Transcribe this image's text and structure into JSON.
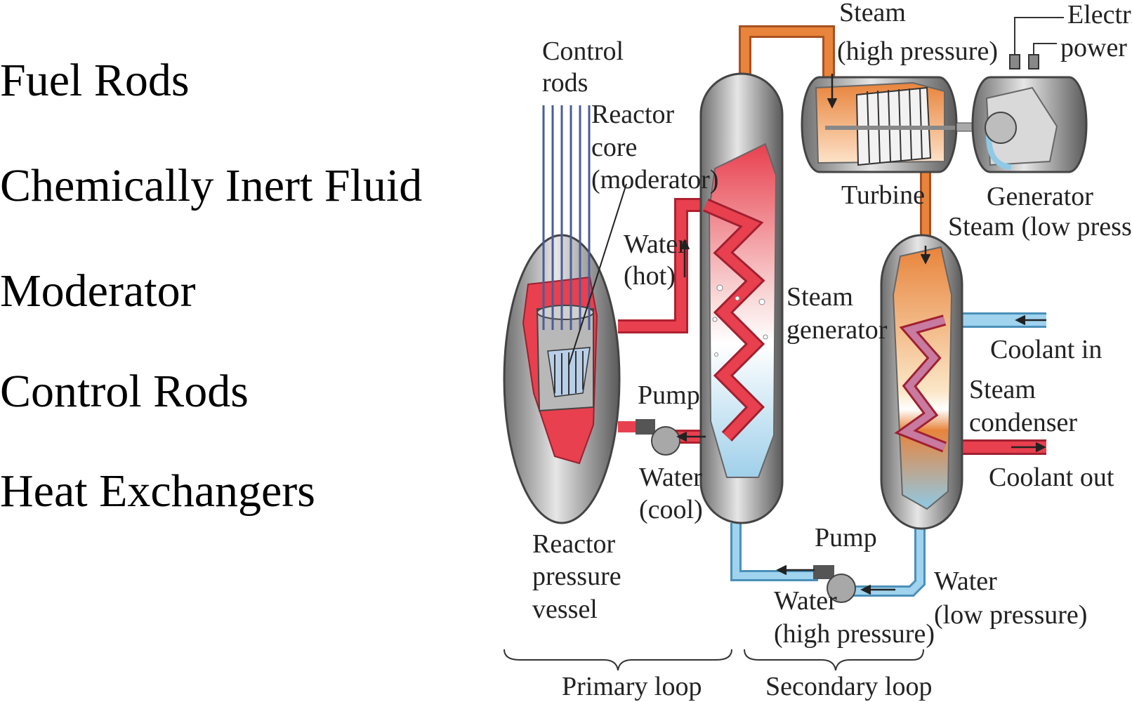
{
  "list": {
    "items": [
      "Fuel Rods",
      "Chemically Inert Fluid",
      "Moderator",
      "Control Rods",
      "Heat Exchangers"
    ]
  },
  "labels": {
    "control_rods": [
      "Control",
      "rods"
    ],
    "reactor_core": [
      "Reactor",
      "core",
      "(moderator)"
    ],
    "water_hot": [
      "Water",
      "(hot)"
    ],
    "pump1": "Pump",
    "water_cool": [
      "Water",
      "(cool)"
    ],
    "reactor_vessel": [
      "Reactor",
      "pressure",
      "vessel"
    ],
    "steam_generator": [
      "Steam",
      "generator"
    ],
    "steam_high": [
      "Steam",
      "(high pressure)"
    ],
    "electric_power": [
      "Electric",
      "power"
    ],
    "turbine": "Turbine",
    "generator": "Generator",
    "steam_low": "Steam (low pressure)",
    "coolant_in": "Coolant in",
    "steam_condenser": [
      "Steam",
      "condenser"
    ],
    "coolant_out": "Coolant out",
    "pump2": "Pump",
    "water_high": [
      "Water",
      "(high pressure)"
    ],
    "water_low": [
      "Water",
      "(low pressure)"
    ],
    "primary_loop": "Primary loop",
    "secondary_loop": "Secondary loop"
  },
  "colors": {
    "hot": "#e8404e",
    "cool": "#8fc9e6",
    "steam": "#e8843c",
    "metal": "#9a9a9a"
  }
}
